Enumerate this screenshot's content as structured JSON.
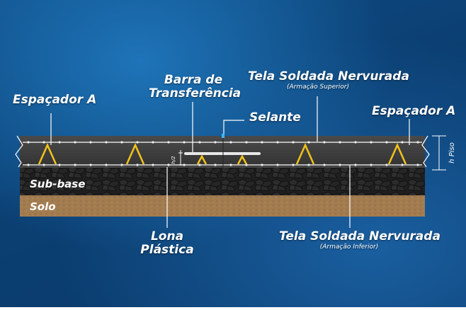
{
  "labels": {
    "espacador_left": "Espaçador A",
    "espacador_right": "Espaçador A",
    "barra_line1": "Barra de",
    "barra_line2": "Transferência",
    "tela_superior": "Tela Soldada Nervurada",
    "tela_superior_sub": "(Armação Superior)",
    "selante": "Selante",
    "sub_base": "Sub-base",
    "solo": "Solo",
    "lona_line1": "Lona",
    "lona_line2": "Plástica",
    "tela_inferior": "Tela Soldada Nervurada",
    "tela_inferior_sub": "(Armação Inferior)",
    "h_piso": "h Piso",
    "h_half": "h/2"
  },
  "colors": {
    "slab": "#3a3a3a",
    "subbase": "#222222",
    "solo": "#a07a4e",
    "spacer": "#f2c21b",
    "leader": "#ffffff"
  }
}
